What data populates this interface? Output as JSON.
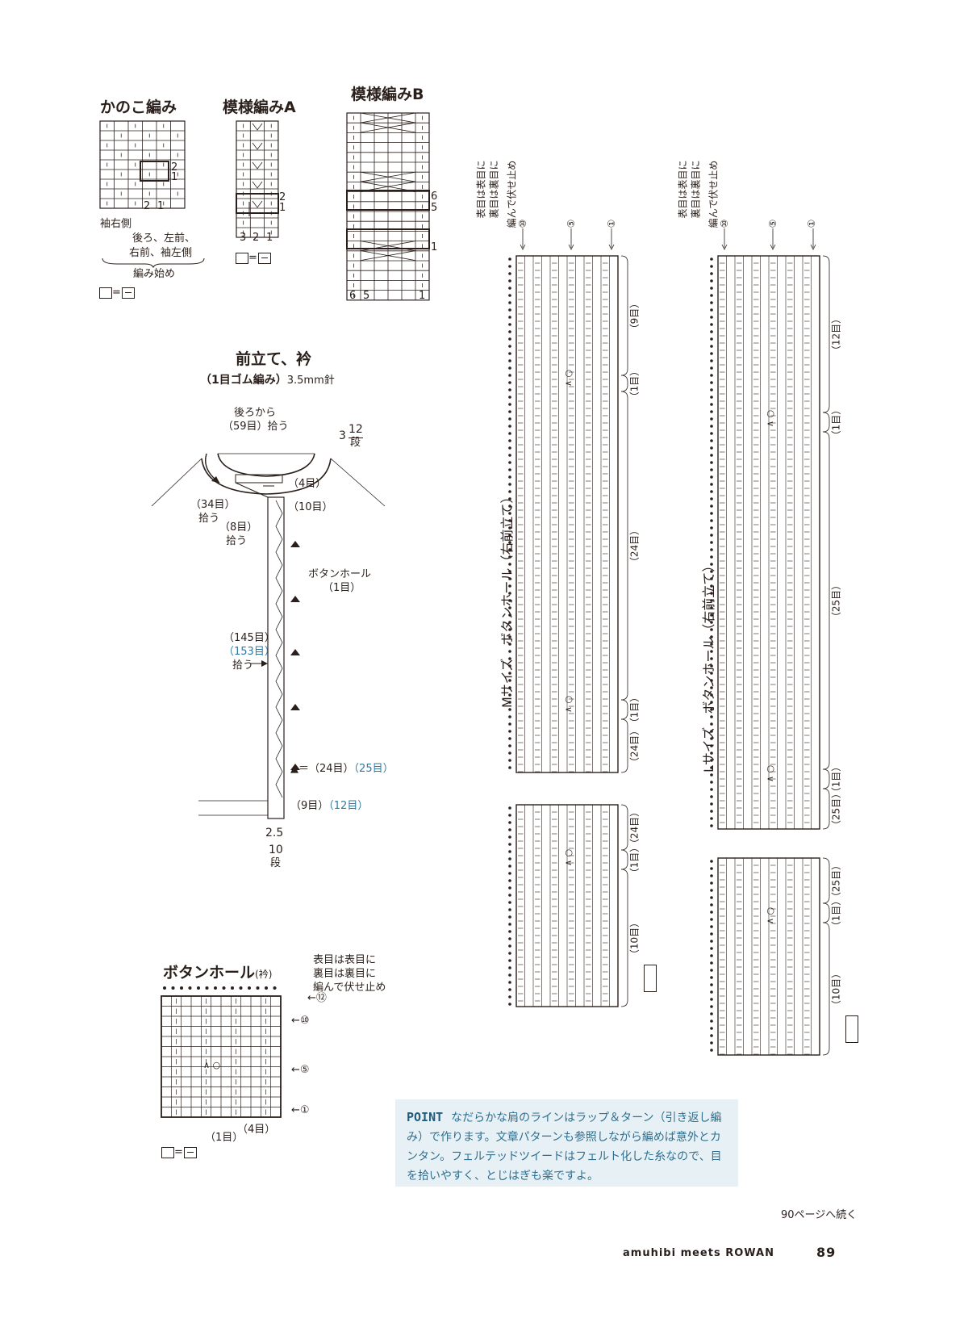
{
  "kanoko": {
    "title": "かのこ編み",
    "row_labels": [
      "2",
      "1"
    ],
    "stitch_labels": [
      "2",
      "1"
    ],
    "sleeve_right": "袖右側",
    "back_left": "後ろ、左前、",
    "right_sleeve_left": "右前、袖左側",
    "start": "編み始め",
    "legend_eq": "="
  },
  "patternA": {
    "title": "模様編みA",
    "row_labels": [
      "2",
      "1"
    ],
    "stitch_labels": [
      "3",
      "2",
      "1"
    ],
    "legend_eq": "="
  },
  "patternB": {
    "title": "模様編みB",
    "row_labels": [
      "6",
      "5",
      "1"
    ],
    "stitch_labels": [
      "6",
      "5",
      "1"
    ]
  },
  "band": {
    "title": "前立て、衿",
    "subtitle": "（1目ゴム編み）",
    "needle": "3.5mm針",
    "from_back": "後ろから",
    "pick59": "（59目）拾う",
    "rows312_a": "3",
    "rows312_b": "12",
    "rows312_unit": "段",
    "st4": "（4目）",
    "st10": "（10目）",
    "st34": "（34目）",
    "pick": "拾う",
    "st8": "（8目）",
    "pick2": "拾う",
    "buttonhole": "ボタンホール",
    "buttonhole_count": "（1目）",
    "st145": "（145目）",
    "st153": "（153目）",
    "pick3": "拾う",
    "tri_eq": "＝（24目）",
    "tri_eq_l": "（25目）",
    "st9": "（9目）",
    "st12": "（12目）",
    "width_cm": "2.5",
    "rows10": "10",
    "rows10_unit": "段"
  },
  "collar_bh": {
    "title": "ボタンホール",
    "title_sub": "(衿)",
    "bind1": "表目は表目に",
    "bind2": "裏目は裏目に",
    "bind3": "編んで伏せ止め",
    "rows": [
      "⑫",
      "⑩",
      "⑤",
      "①"
    ],
    "st1": "（1目）",
    "st4": "（4目）",
    "legend_eq": "="
  },
  "m_size": {
    "title": "Mサイズ　ボタンホール（右前立て）",
    "bind1": "表目は表目に",
    "bind2": "裏目は裏目に",
    "bind3": "編んで伏せ止め",
    "rows": [
      "⑩",
      "⑤",
      "①"
    ],
    "segments": [
      "（9目）",
      "（1目）",
      "（24目）",
      "（1目）",
      "（24目）",
      "（24目）",
      "（1目）",
      "（10目）"
    ]
  },
  "l_size": {
    "title": "Lサイズ　ボタンホール（右前立て）",
    "bind1": "表目は表目に",
    "bind2": "裏目は裏目に",
    "bind3": "編んで伏せ止め",
    "rows": [
      "⑩",
      "⑤",
      "①"
    ],
    "segments": [
      "（12目）",
      "（1目）",
      "（25目）",
      "（1目）",
      "（25目）",
      "（25目）",
      "（1目）",
      "（10目）"
    ]
  },
  "point": {
    "keyword": "POINT",
    "text": "なだらかな肩のラインはラップ＆ターン（引き返し編み）で作ります。文章パターンも参照しながら編めば意外とカンタン。フェルテッドツイードはフェルト化した糸なので、目を拾いやすく、とじはぎも楽ですよ。"
  },
  "continue_note": "90ページへ続く",
  "footer": {
    "brand": "amuhibi meets ROWAN",
    "page": "89"
  }
}
